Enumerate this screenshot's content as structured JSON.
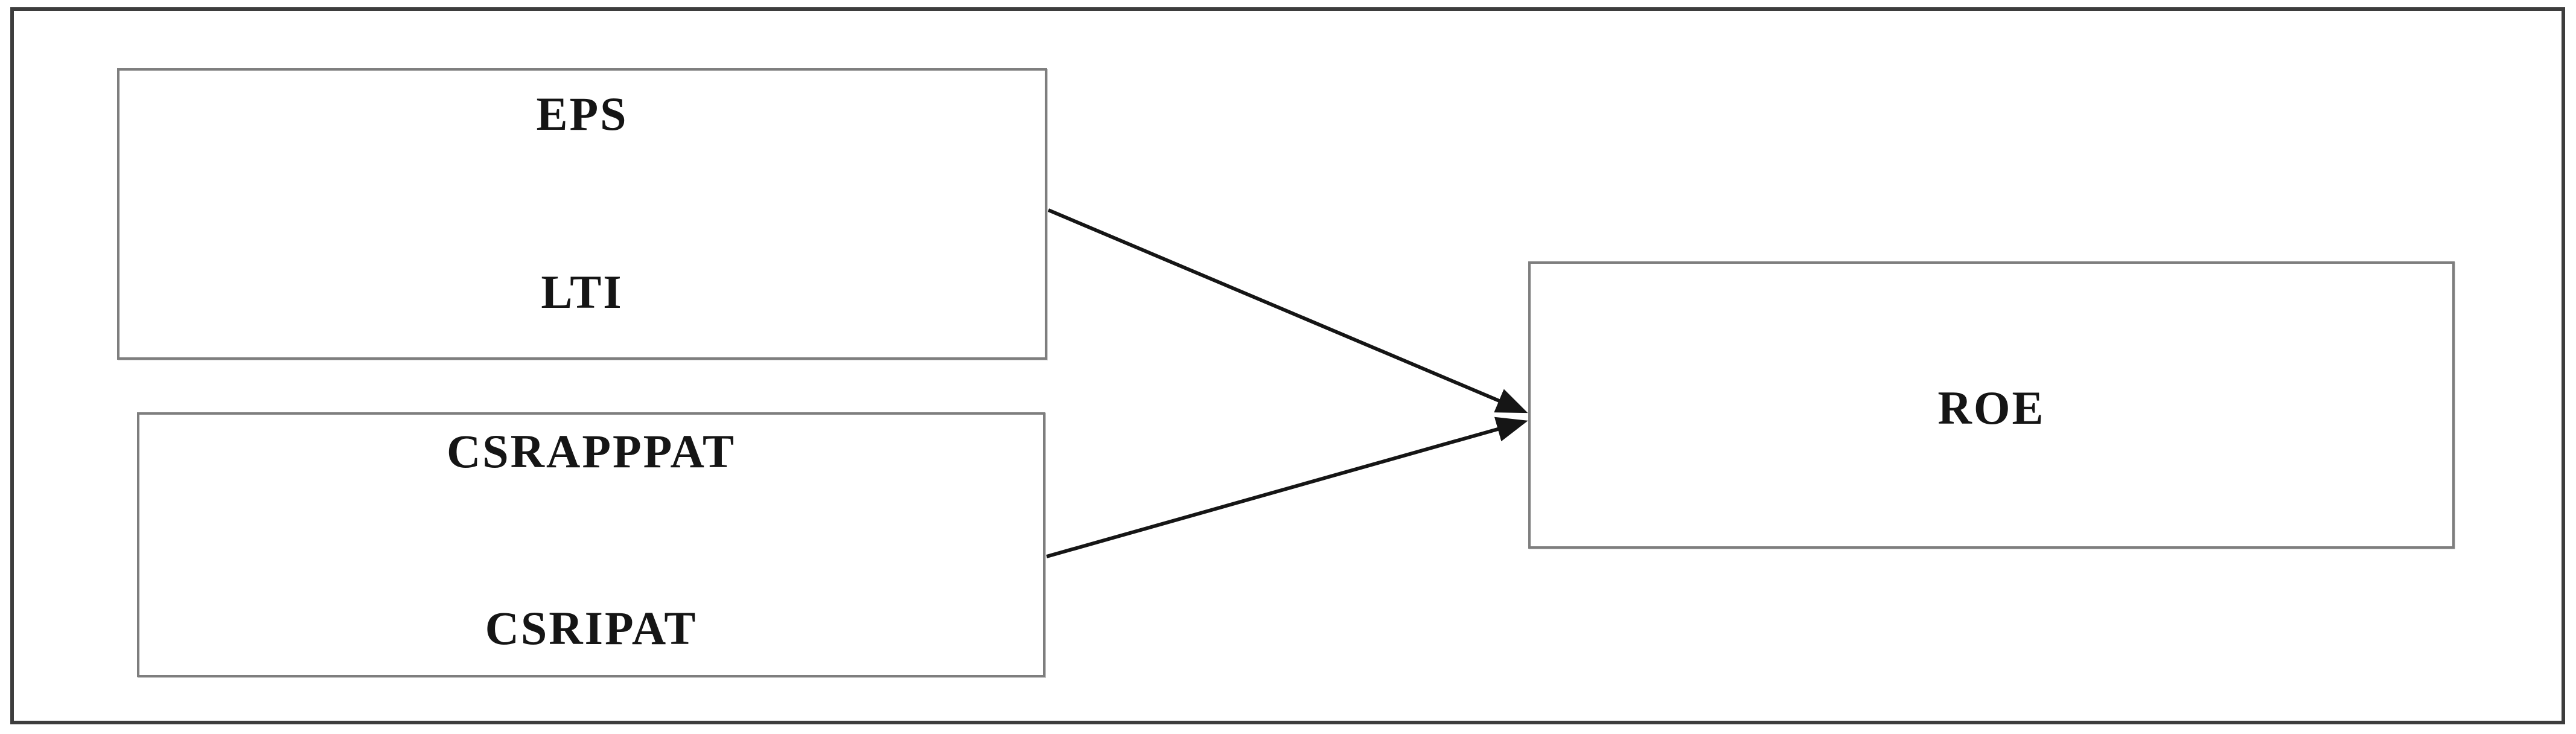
{
  "diagram": {
    "type": "conceptual-framework",
    "colors": {
      "background": "#ffffff",
      "outer_frame_border": "#3d3d3d",
      "box_border": "#7e7e7e",
      "text": "#151515",
      "arrow": "#151515"
    },
    "boxes": {
      "eps_lti": {
        "top_label": "EPS",
        "bottom_label": "LTI"
      },
      "csr": {
        "top_label": "CSRAPPPAT",
        "bottom_label": "CSRIPAT"
      },
      "roe": {
        "label": "ROE"
      }
    },
    "arrows": [
      {
        "from": "eps_lti-box",
        "to": "roe-box"
      },
      {
        "from": "csr-box",
        "to": "roe-box"
      }
    ]
  }
}
